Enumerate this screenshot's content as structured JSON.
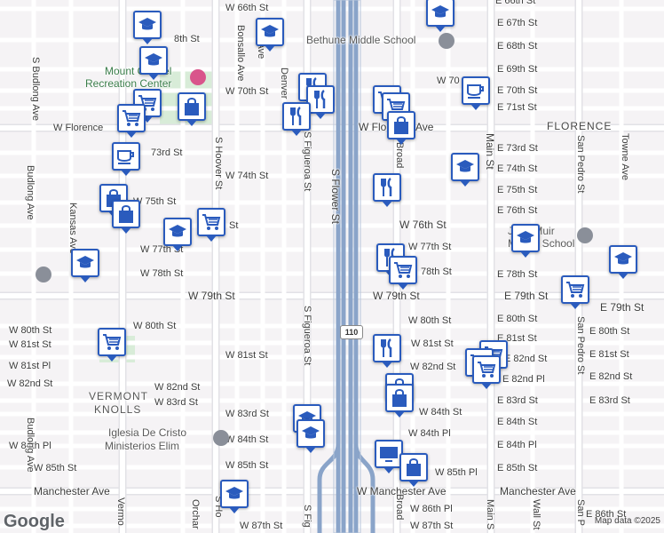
{
  "map": {
    "logo": "Google",
    "attribution": "Map data ©2025",
    "highway_shield": "110",
    "neighborhoods": {
      "florence": "FLORENCE",
      "vermont_knolls_1": "VERMONT",
      "vermont_knolls_2": "KNOLLS"
    },
    "places": {
      "bethune": "Bethune Middle School",
      "mount_carmel_1": "Mount Carmel",
      "mount_carmel_2": "Recreation Center",
      "john_muir_1": "John Muir",
      "john_muir_2": "Middle School",
      "iglesia_1": "Iglesia De Cristo",
      "iglesia_2": "Ministerios Elim"
    },
    "streets": {
      "w66": "W 66th St",
      "w68": "8th St",
      "w70": "W 70th St",
      "florence_w": "W Florence",
      "florence_e": "W Florence Ave",
      "w73": "73rd St",
      "w74": "W 74th St",
      "w75": "W 75th St",
      "w76": "W 76th St",
      "w76b": "St",
      "w77a": "W 77th St",
      "w77b": "W 77th St",
      "w78a": "W 78th St",
      "w78b": "78th St",
      "w79a": "W 79th St",
      "w79b": "W 79th St",
      "w80a": "W 80th St",
      "w80b": "W 80th St",
      "w81a": "W 81st St",
      "w81b": "W 81st St",
      "w81c": "W 81st St",
      "w81pl": "W 81st Pl",
      "w82a": "W 82nd St",
      "w82b": "W 82nd St",
      "w82c": "W 82nd St",
      "w83a": "W 83rd St",
      "w83b": "W 83rd St",
      "w84a": "W 84th St",
      "w84b": "W 84th St",
      "w84pl": "W 84th Pl",
      "w85a": "W 85th St",
      "w85pl": "W 85th Pl",
      "w86pl": "W 86th Pl",
      "w87a": "W 87th St",
      "w87b": "W 87th St",
      "w70e": "W 70",
      "manchester_w": "Manchester Ave",
      "manchester_e": "W Manchester Ave",
      "e66": "E 66th St",
      "e67": "E 67th St",
      "e68": "E 68th St",
      "e69": "E 69th St",
      "e70": "E 70th St",
      "e71": "E 71st St",
      "e73": "E 73rd St",
      "e74": "E 74th St",
      "e75": "E 75th St",
      "e76": "E 76th St",
      "e78": "E 78th St",
      "e79a": "E 79th St",
      "e79b": "E 79th St",
      "e80a": "E 80th St",
      "e80b": "E 80th St",
      "e81a": "E 81st St",
      "e81b": "E 81st St",
      "e82a": "E 82nd St",
      "e82b": "E 82nd St",
      "e82pl": "E 82nd Pl",
      "e83a": "E 83rd St",
      "e83b": "E 83rd St",
      "e84a": "E 84th St",
      "e84pl": "E 84th Pl",
      "e85a": "E 85th St",
      "e86": "E 86th St",
      "bonsallo": "Bonsallo Ave",
      "budlong_a": "S Budlong Ave",
      "budlong_b": "Budlong Ave",
      "budlong_c": "Budlong Ave",
      "kansas": "Kansas Ave",
      "hoover": "S Hoover St",
      "hoover_b": "S Ho",
      "figueroa_a": "S Figueroa St",
      "figueroa_b": "S Figueroa St",
      "figueroa_c": "S Fig",
      "flower": "S Flower St",
      "denver": "Denver",
      "vermont": "Vermo",
      "orchard": "Orchar",
      "broadway": "Broad",
      "main": "Main St",
      "sanpedro_a": "San Pedro St",
      "sanpedro_b": "San Pedro St",
      "sanpedro_c": "San P",
      "towne": "Towne Ave",
      "wall": "Wall St",
      "main_b": "Main S",
      "la_st": "lla Ave"
    },
    "colors": {
      "marker_border": "#2a5bbd",
      "highway": "#8aa4c9",
      "road": "#ffffff",
      "park": "#cfe8cf"
    }
  }
}
